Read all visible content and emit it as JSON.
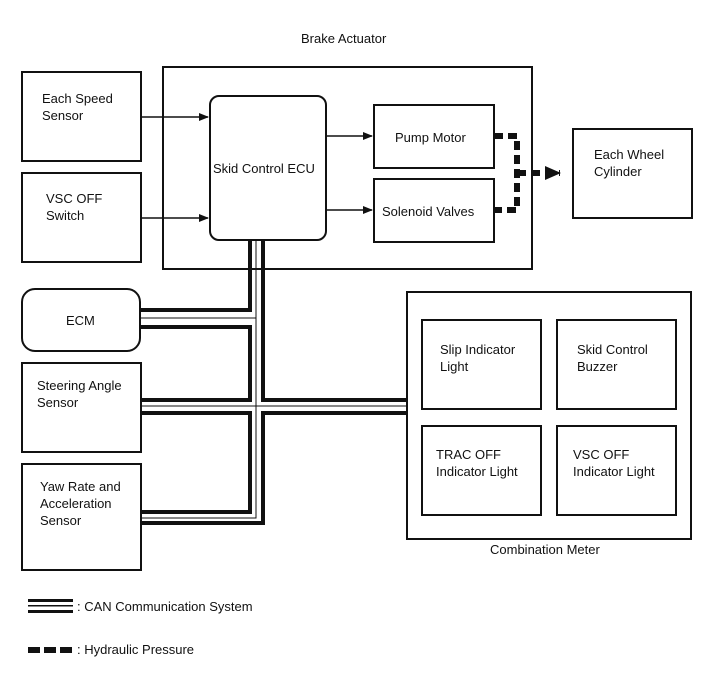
{
  "brake_actuator": {
    "label": "Brake Actuator",
    "skid_control_ecu": "Skid Control ECU",
    "pump_motor": "Pump Motor",
    "solenoid_valves": "Solenoid Valves"
  },
  "inputs": {
    "each_speed_sensor": "Each Speed\nSensor",
    "vsc_off_switch": "VSC OFF\nSwitch"
  },
  "can_nodes": {
    "ecm": "ECM",
    "steering_angle_sensor": "Steering Angle\nSensor",
    "yaw_rate_sensor": "Yaw Rate and\nAcceleration\nSensor"
  },
  "outputs": {
    "each_wheel_cylinder": "Each Wheel\nCylinder"
  },
  "combination_meter": {
    "label": "Combination Meter",
    "slip_indicator_light": "Slip Indicator\nLight",
    "skid_control_buzzer": "Skid Control\nBuzzer",
    "trac_off_indicator_light": "TRAC OFF\nIndicator Light",
    "vsc_off_indicator_light": "VSC OFF\nIndicator Light"
  },
  "legend": {
    "can_label": ": CAN Communication System",
    "hydraulic_label": ": Hydraulic Pressure"
  }
}
